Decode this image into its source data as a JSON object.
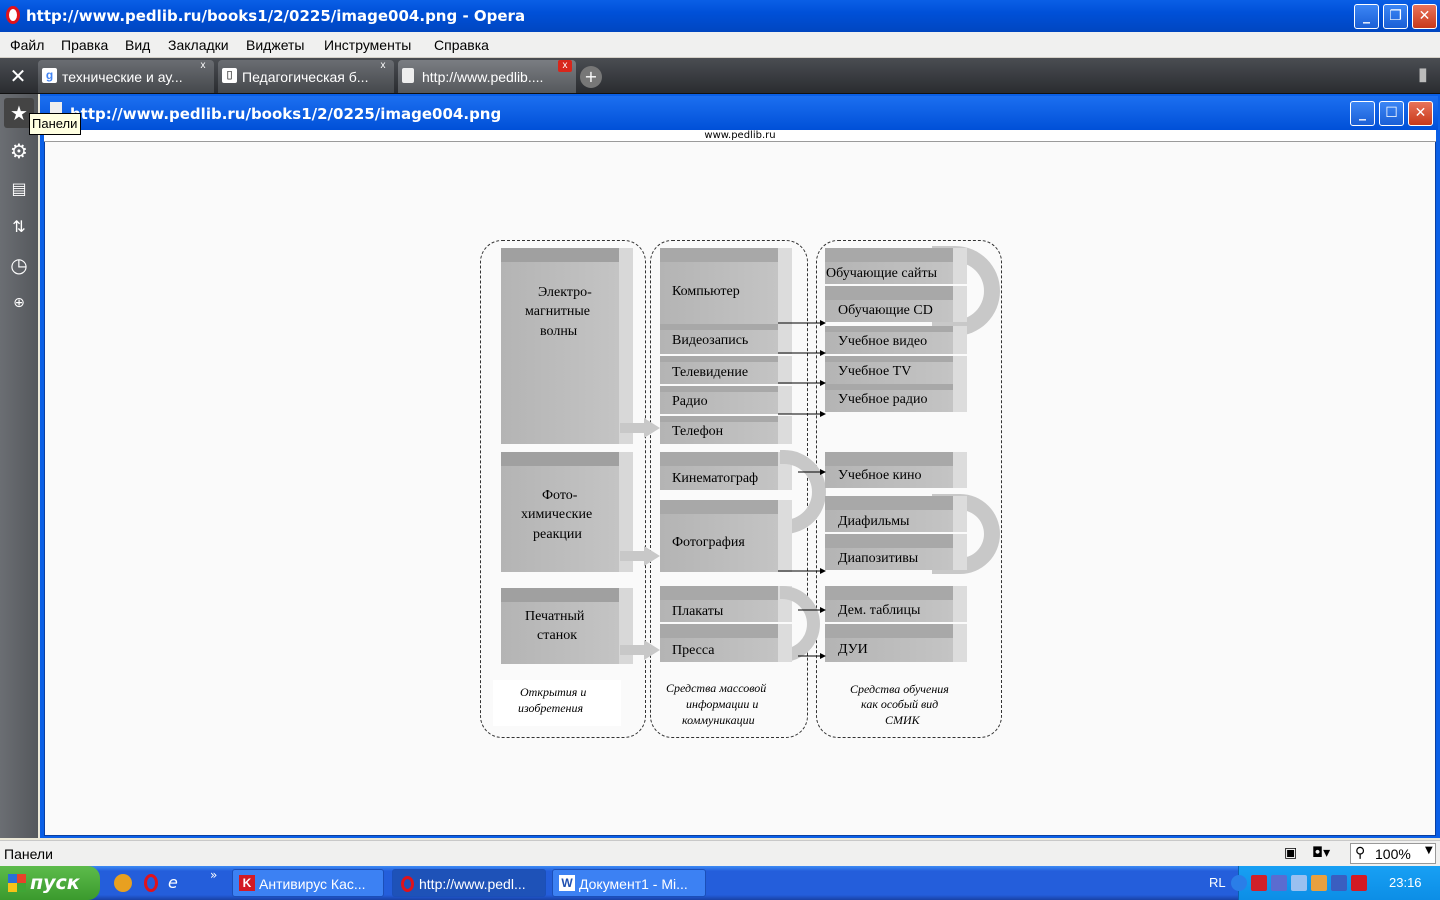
{
  "window": {
    "title": "http://www.pedlib.ru/books1/2/0225/image004.png - Opera"
  },
  "menu": [
    "Файл",
    "Правка",
    "Вид",
    "Закладки",
    "Виджеты",
    "Инструменты",
    "Справка"
  ],
  "tabs": [
    {
      "label": "технические и ау..."
    },
    {
      "label": "Педагогическая б..."
    },
    {
      "label": "http://www.pedlib...."
    }
  ],
  "sidebar": {
    "tooltip": "Панели"
  },
  "inner_window": {
    "title": "http://www.pedlib.ru/books1/2/0225/image004.png"
  },
  "page": {
    "header": "www.pedlib.ru"
  },
  "diagram": {
    "col1": {
      "box1": [
        "Электро-",
        "магнитные",
        "волны"
      ],
      "box2": [
        "Фото-",
        "химические",
        "реакции"
      ],
      "box3": [
        "Печатный",
        "станок"
      ],
      "caption": [
        "Открытия и",
        "изобретения"
      ]
    },
    "col2": {
      "items": [
        "Компьютер",
        "Видеозапись",
        "Телевидение",
        "Радио",
        "Телефон",
        "Кинематограф",
        "Фотография",
        "Плакаты",
        "Пресса"
      ],
      "caption": [
        "Средства массовой",
        "информации и",
        "коммуникации"
      ]
    },
    "col3": {
      "items": [
        "Обучающие сайты",
        "Обучающие CD",
        "Учебное видео",
        "Учебное TV",
        "Учебное радио",
        "Учебное кино",
        "Диафильмы",
        "Диапозитивы",
        "Дем. таблицы",
        "ДУИ"
      ],
      "caption": [
        "Средства обучения",
        "как особый вид",
        "СМИК"
      ]
    }
  },
  "statusbar": {
    "left": "Панели",
    "zoom": "100%"
  },
  "taskbar": {
    "start": "пуск",
    "items": [
      "Антивирус Кас...",
      "http://www.pedl...",
      "Документ1 - Mi..."
    ],
    "lang": "RL",
    "time": "23:16"
  }
}
